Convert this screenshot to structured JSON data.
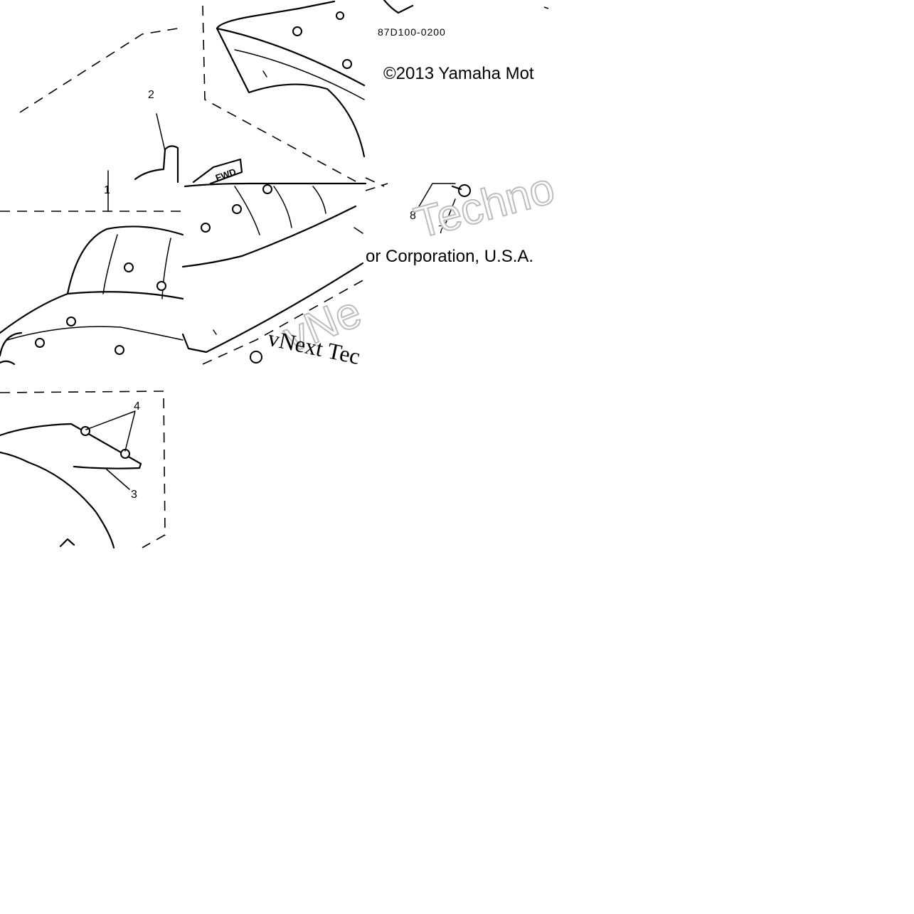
{
  "diagram": {
    "part_code": "87D100-0200",
    "copyright_part1": "©2013 Yamaha Mot",
    "copyright_part2": "or Corporation, U.S.A.",
    "watermark_outline_1": "Techno",
    "watermark_outline_2": "vNe",
    "watermark_serif": "vNext Tec",
    "fwd_marker": "FWD",
    "callouts": {
      "one": "1",
      "two": "2",
      "three": "3",
      "four": "4",
      "seven": "7",
      "eight": "8"
    }
  }
}
